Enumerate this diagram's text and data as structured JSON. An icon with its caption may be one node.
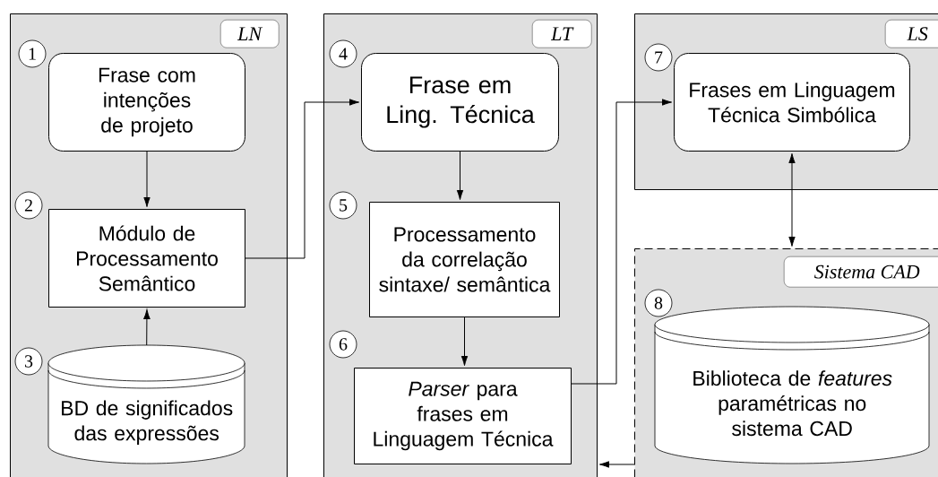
{
  "diagram": {
    "nodes": [
      {
        "text": [
          "LN"
        ]
      },
      {
        "text": [
          "Frase com intenções de projeto"
        ],
        "in": 0,
        "beside": [
          "1"
        ]
      },
      {
        "text": [
          "Módulo de Processamento Semântico"
        ],
        "in": 0,
        "beside": [
          "2"
        ]
      },
      {
        "text": [
          "BD de significados das expressões"
        ],
        "in": 0,
        "beside": [
          "3"
        ]
      },
      {
        "text": [
          "LT"
        ]
      },
      {
        "text": [
          "Frase em Ling. Técnica"
        ],
        "in": 4,
        "beside": [
          "4"
        ]
      },
      {
        "text": [
          "Processamento da correlação sintaxe/ semântica"
        ],
        "in": 4,
        "beside": [
          "5"
        ]
      },
      {
        "text": [
          "*Parser* para frases em Linguagem Técnica"
        ],
        "in": 4,
        "beside": [
          "6"
        ]
      },
      {
        "text": [
          "LS"
        ]
      },
      {
        "text": [
          "Frases em Linguagem Técnica Simbólica"
        ],
        "in": 8,
        "beside": [
          "7"
        ]
      },
      {
        "text": [
          "Sistema CAD"
        ]
      },
      {
        "text": [
          "Biblioteca de *features* paramétricas no sistema CAD"
        ],
        "in": 10,
        "beside": [
          "8"
        ]
      }
    ],
    "edges": [
      {
        "from": 1,
        "to": 2,
        "arrow": "to"
      },
      {
        "from": 3,
        "to": 2,
        "arrow": "to"
      },
      {
        "from": 2,
        "to": 5,
        "arrow": "to"
      },
      {
        "from": 5,
        "to": 6,
        "arrow": "to"
      },
      {
        "from": 6,
        "to": 7,
        "arrow": "to"
      },
      {
        "from": 7,
        "to": 9,
        "arrow": "to"
      },
      {
        "from": 9,
        "to": 10,
        "arrow": "both"
      },
      {
        "from": 10,
        "to": 4,
        "arrow": "to"
      }
    ]
  }
}
